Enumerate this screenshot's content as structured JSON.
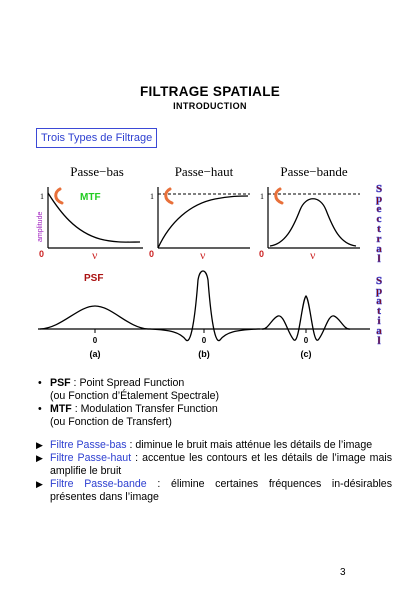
{
  "header": {
    "title": "FILTRAGE SPATIALE",
    "subtitle": "INTRODUCTION"
  },
  "section_label": "Trois Types de Filtrage",
  "figure": {
    "columns": [
      {
        "heading": "Passe−bas",
        "caption": "(a)"
      },
      {
        "heading": "Passe−haut",
        "caption": "(b)"
      },
      {
        "heading": "Passe−bande",
        "caption": "(c)"
      }
    ],
    "mtf_label": "MTF",
    "psf_label": "PSF",
    "ylabel": "amplitude",
    "one_tick": "1",
    "zero_tick": "0",
    "nu_label": "ν",
    "psf_zero": "0",
    "side_words": [
      {
        "text": "Spectral",
        "letters": [
          "S",
          "p",
          "e",
          "c",
          "t",
          "r",
          "a",
          "l"
        ]
      },
      {
        "text": "Spatial",
        "letters": [
          "S",
          "p",
          "a",
          "t",
          "i",
          "a",
          "l"
        ]
      }
    ],
    "colors": {
      "mtf": "#22cc22",
      "psf": "#aa1111",
      "axis_zero": "#cc2222",
      "nu": "#cc2222",
      "arrow": "#e8703a",
      "side_fill": "#880000",
      "side_stroke": "#4a4ad0"
    }
  },
  "defs": [
    {
      "term": "PSF",
      "text": " : Point Spread Function",
      "line2": "(ou Fonction d’Étalement Spectrale)"
    },
    {
      "term": "MTF",
      "text": " : Modulation Transfer Function",
      "line2": "(ou Fonction de Transfert)"
    }
  ],
  "filters": [
    {
      "name": "Filtre Passe-bas",
      "desc": " : diminue le bruit mais atténue les détails de l’image"
    },
    {
      "name": "Filtre Passe-haut",
      "desc": " : accentue les contours et les détails de l’image mais amplifie le bruit"
    },
    {
      "name": "Filtre Passe-bande",
      "desc": " : élimine certaines fréquences in-désirables présentes dans l’image"
    }
  ],
  "page_number": "3"
}
